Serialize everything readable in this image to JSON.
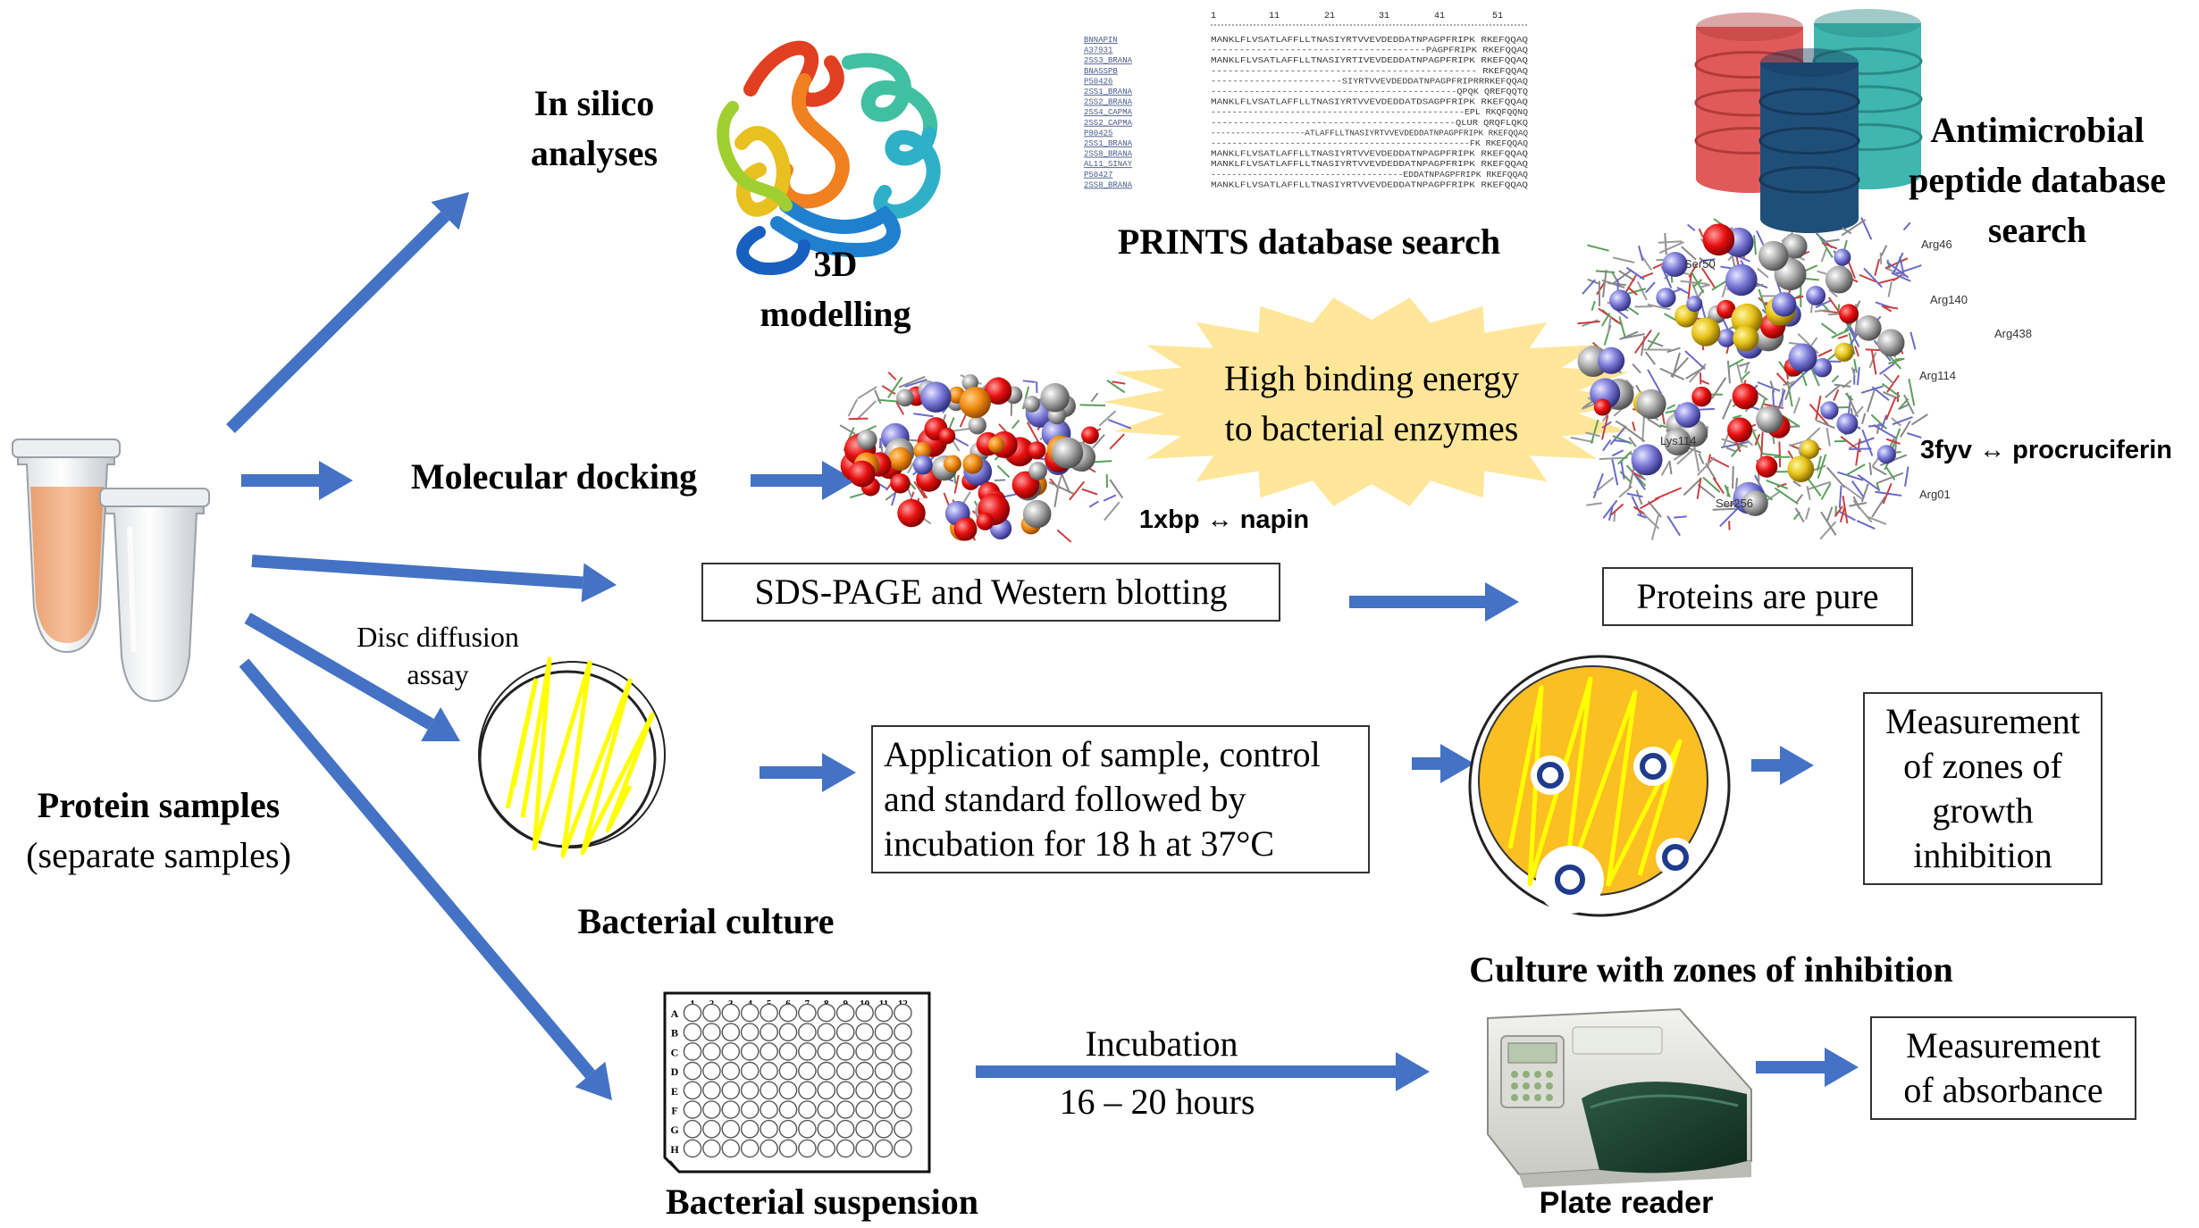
{
  "colors": {
    "arrow": "#4472c4",
    "tube_fill": "#f4b183",
    "culture_yellow": "#ffff00",
    "plate_gold": "#fbbf24",
    "burst_fill": "#ffe699",
    "db_red": "#e05a5a",
    "db_teal": "#3fb6b0",
    "db_navy": "#1f4e79"
  },
  "icons": [
    "tubes-icon",
    "protein-ribbon-icon",
    "sequence-alignment-icon",
    "database-cylinders-icon",
    "molecule-spheres-icon",
    "petri-dish-icon",
    "well-plate-icon",
    "plate-reader-icon"
  ],
  "labels": {
    "protein_samples": "Protein samples",
    "separate_samples": "(separate samples)",
    "in_silico": [
      "In silico",
      "analyses"
    ],
    "modelling": [
      "3D",
      "modelling"
    ],
    "prints": "PRINTS database search",
    "amp_db": [
      "Antimicrobial",
      "peptide database",
      "search"
    ],
    "docking": "Molecular docking",
    "napin": "1xbp ↔ napin",
    "procruciferin": "3fyv ↔ procruciferin",
    "binding": [
      "High binding energy",
      "to bacterial enzymes"
    ],
    "disc_diffusion": [
      "Disc diffusion",
      "assay"
    ],
    "bacterial_culture": "Bacterial culture",
    "culture_zones": "Culture with zones of inhibition",
    "bacterial_suspension": "Bacterial suspension",
    "incubation": "Incubation",
    "hours": "16 – 20 hours",
    "plate_reader": "Plate reader"
  },
  "boxes": {
    "sds": "SDS-PAGE and Western blotting",
    "pure": "Proteins are pure",
    "application": [
      "Application of sample, control",
      "and standard followed by",
      "incubation for 18 h at 37°C"
    ],
    "zones": [
      "Measurement",
      "of zones of",
      "growth",
      "inhibition"
    ],
    "absorbance": [
      "Measurement",
      "of absorbance"
    ]
  },
  "well_plate": {
    "columns": [
      "1",
      "2",
      "3",
      "4",
      "5",
      "6",
      "7",
      "8",
      "9",
      "10",
      "11",
      "12"
    ],
    "rows": [
      "A",
      "B",
      "C",
      "D",
      "E",
      "F",
      "G",
      "H"
    ]
  },
  "alignment": {
    "ruler": [
      "1",
      "11",
      "21",
      "31",
      "41",
      "51"
    ],
    "names": [
      "BNNAPIN",
      "A37931",
      "2SS3_BRANA",
      "BNASSPB",
      "P50426",
      "2SS1_BRANA",
      "2SS2_BRANA",
      "2SS4_CAPMA",
      "2SS2_CAPMA",
      "P80425",
      "2SS1_BRANA",
      "2SS8_BRANA",
      "AL11_SINAY",
      "P50427",
      "2SS8_BRANA"
    ],
    "seqs": [
      "MANKLFLVSATLAFFLLTNASIYRTVVEVDEDDATNPAGPFRIPK RKEFQQAQ",
      "--------------------------------------PAGPFRIPK RKEFQQAQ",
      "MANKLFLVSATLAFFLLTNASIYRTIVEVDEDDATNPAGPFRIPK RKEFQQAQ",
      "----------------------------------------------- RKEFQQAQ",
      "------------------------SIYRTVVEVDEDDATNPAGPFRIPRRRKEFQQAQ",
      "---------------------------------------------QPQK QREFQQTQ",
      "MANKLFLVSATLAFFLLTNASIYRTVVEVDEDDATDSAGPFRIPK RKEFQQAQ",
      "------------------------------------------------EPL RKQFQQNQ",
      "--------------------------------------------QLUR QRQFLQKQ",
      "-------------------ATLAFFLLTNASIYRTVVEVDEDDATNPAGPFRIPK RKEFQQAQ",
      "-------------------------------------------------FK RKEFQQAQ",
      "MANKLFLVSATLAFFLLTNASIYRTVVEVDEDDATNPAGPFRIPK RKEFQQAQ",
      "MANKLFLVSATLAFFLLTNASIYRTVVEVDEDDATNPAGPFRIPK RKEFQQAQ",
      "-------------------------------------EDDATNPAGPFRIPK RKEFQQAQ",
      "MANKLFLVSATLAFFLLTNASIYRTVVEVDEDDATNPAGPFRIPK RKEFQQAQ"
    ]
  },
  "residue_labels": [
    "Arg140",
    "Arg438",
    "Arg114",
    "Lys114",
    "Arg46",
    "Ser256",
    "Arg01",
    "Ser50"
  ]
}
